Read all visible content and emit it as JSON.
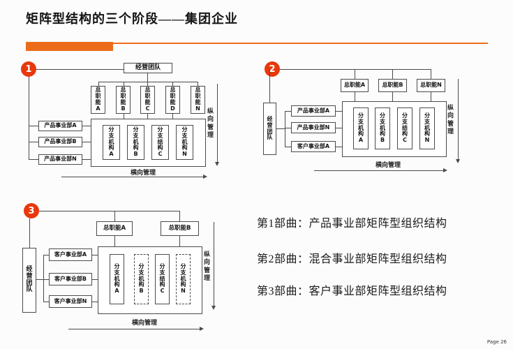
{
  "page": {
    "title": "矩阵型结构的三个阶段——集团企业",
    "page_label": "Page 26"
  },
  "colors": {
    "accent_orange": "#ed6c1b",
    "badge_red": "#e8380d",
    "line_gray": "#4a4a4a"
  },
  "diagram1": {
    "badge": "1",
    "top_box": "经营团队",
    "func_boxes": [
      "总职能A",
      "总职能B",
      "总职能C",
      "总职能D",
      "总职能N"
    ],
    "left_boxes": [
      "产品事业部A",
      "产品事业部B",
      "产品事业部N"
    ],
    "branch_boxes": [
      "分支机构A",
      "分支机构B",
      "分支结构C",
      "分支机构N"
    ],
    "vertical_label": "纵向管理",
    "horizontal_label": "横向管理"
  },
  "diagram2": {
    "badge": "2",
    "team_box": "经营团队",
    "func_boxes": [
      "总职能A",
      "总职能B",
      "总职能N"
    ],
    "division_boxes": [
      "产品事业部A",
      "产品事业部N",
      "客户事业部A"
    ],
    "branch_boxes": [
      "分支机构A",
      "分支机构B",
      "分支结构C",
      "分支机构N"
    ],
    "vertical_label": "纵向管理",
    "horizontal_label": "横向管理"
  },
  "diagram3": {
    "badge": "3",
    "team_box": "经营团队",
    "func_boxes": [
      "总职能A",
      "总职能B"
    ],
    "division_boxes": [
      "客户事业部A",
      "客户事业部B",
      "客户事业部N"
    ],
    "branch_boxes": [
      "分支机构A",
      "分支机构B",
      "分支结构C",
      "分支机构N"
    ],
    "vertical_label": "纵向管理",
    "horizontal_label": "横向管理"
  },
  "summary": {
    "lines": [
      "第1部曲：产品事业部矩阵型组织结构",
      "第2部曲：混合事业部矩阵型组织结构",
      "第3部曲：客户事业部矩阵型组织结构"
    ]
  }
}
